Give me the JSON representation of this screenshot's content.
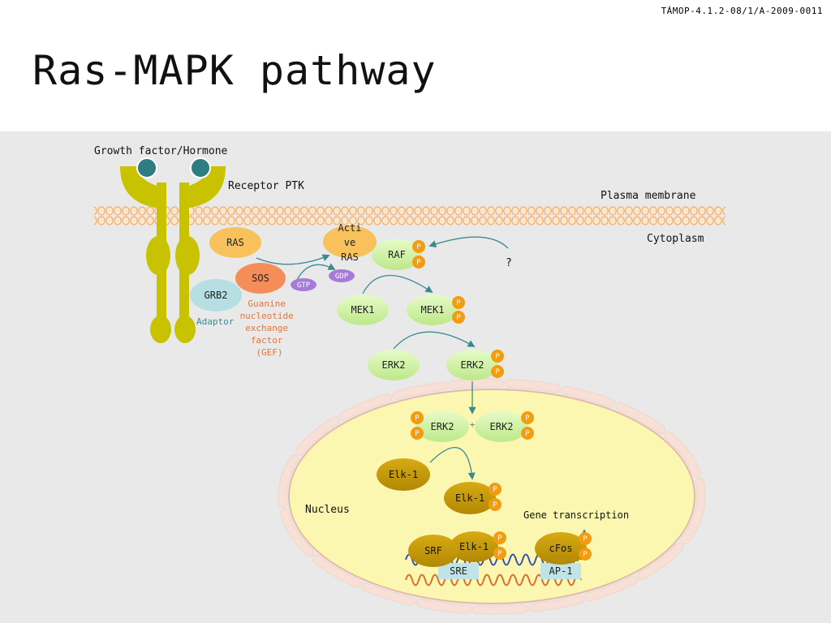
{
  "slide": {
    "code": "TÁMOP-4.1.2-08/1/A-2009-0011",
    "title": "Ras-MAPK pathway"
  },
  "labels": {
    "growth_factor": "Growth factor/Hormone",
    "receptor": "Receptor PTK",
    "plasma_membrane": "Plasma membrane",
    "cytoplasm": "Cytoplasm",
    "question": "?",
    "adaptor": "Adaptor",
    "gef_lines": [
      "Guanine",
      "nucleotide",
      "exchange",
      "factor",
      "(GEF)"
    ],
    "nucleus": "Nucleus",
    "gene_transcription": "Gene transcription"
  },
  "proteins": {
    "ras": "RAS",
    "active_ras_lines": [
      "Acti",
      "ve",
      "RAS"
    ],
    "sos": "SOS",
    "grb2": "GRB2",
    "gtp": "GTP",
    "gdp": "GDP",
    "raf": "RAF",
    "mek1": "MEK1",
    "mek1_p": "MEK1",
    "erk2": "ERK2",
    "erk2_p": "ERK2",
    "erk2_nuc_a": "ERK2",
    "erk2_nuc_b": "ERK2",
    "elk1": "Elk-1",
    "elk1_p": "Elk-1",
    "elk1_dna": "Elk-1",
    "srf": "SRF",
    "cfos": "cFos",
    "sre": "SRE",
    "ap1": "AP-1",
    "phospho": "P"
  },
  "colors": {
    "receptor": "#c8c200",
    "ligand": "#2e7d82",
    "ras": "#f8c15c",
    "sos": "#f58d5a",
    "grb2": "#b5dfe2",
    "green": "#cdf0a0",
    "gold": "#c49a08",
    "phospho": "#f39c12",
    "nucleus": "#fbf7b0",
    "arrow": "#3a8a90",
    "gef_text": "#e5743a",
    "adaptor_text": "#3a8a90",
    "gtp": "#a67ad8"
  }
}
